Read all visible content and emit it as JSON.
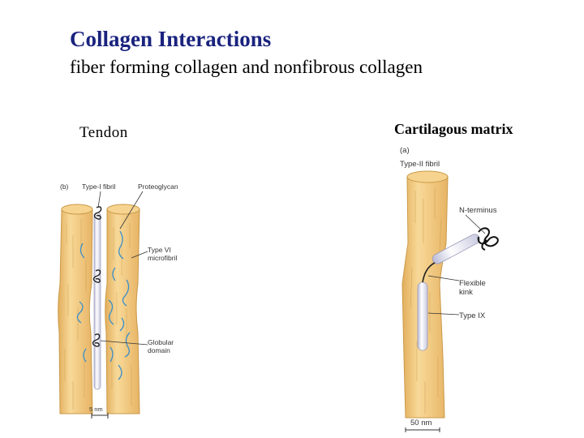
{
  "slide": {
    "title": "Collagen Interactions",
    "subtitle": "fiber forming collagen and nonfibrous collagen"
  },
  "tendon_panel": {
    "heading": "Tendon",
    "panel_letter": "(b)",
    "labels": {
      "type1_fibril": "Type-I fibril",
      "proteoglycan": "Proteoglycan",
      "type6_line1": "Type VI",
      "type6_line2": "microfibril",
      "globular_line1": "Globular",
      "globular_line2": "domain",
      "scale": "5 nm"
    }
  },
  "cartilage_panel": {
    "heading": "Cartilagous matrix",
    "panel_letter": "(a)",
    "labels": {
      "type2_fibril": "Type-II fibril",
      "n_terminus": "N-terminus",
      "flexible_line1": "Flexible",
      "flexible_line2": "kink",
      "type9": "Type IX",
      "scale": "50 nm"
    }
  },
  "colors": {
    "title": "#1a237e",
    "fibril_fill": "#f2c77c",
    "fibril_stroke": "#c99a4a",
    "microfibril": "#3a8fc9",
    "collagen_rod": "#e8e8f4"
  }
}
